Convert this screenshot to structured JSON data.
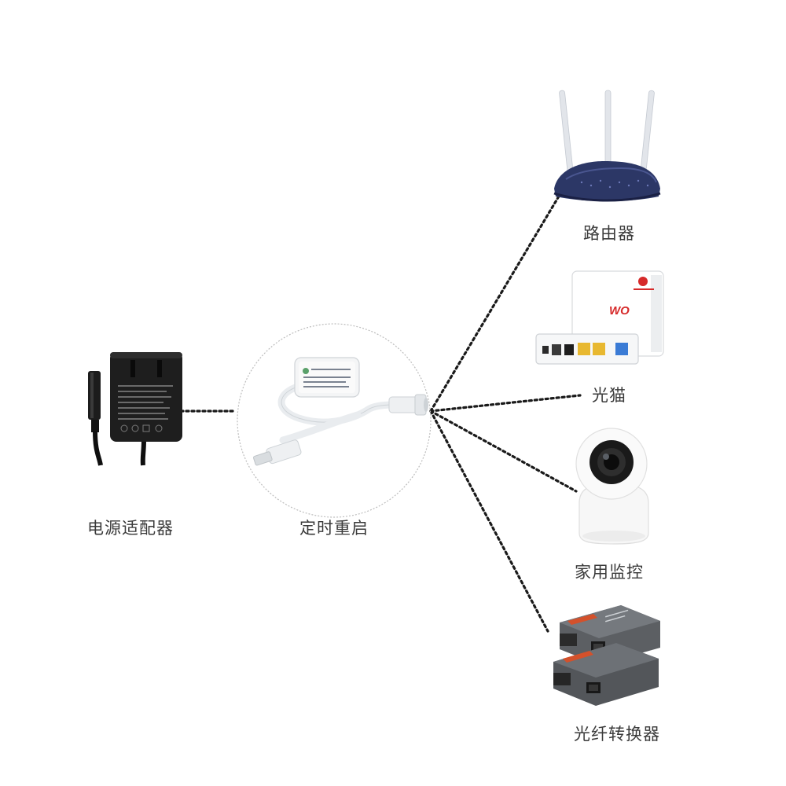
{
  "labels": {
    "adapter": "电源适配器",
    "timer": "定时重启",
    "router": "路由器",
    "modem": "光猫",
    "camera": "家用监控",
    "converter": "光纤转换器"
  },
  "modem_logo": "WO",
  "colors": {
    "router_body": "#2c3766",
    "dotted_line": "#1a1a1a",
    "converter_body": "#5c5f63",
    "converter_label": "#d4512b",
    "modem_port_yellow": "#e8b830",
    "modem_port_blue": "#3a7bd5",
    "brand_red": "#d62a2a"
  }
}
